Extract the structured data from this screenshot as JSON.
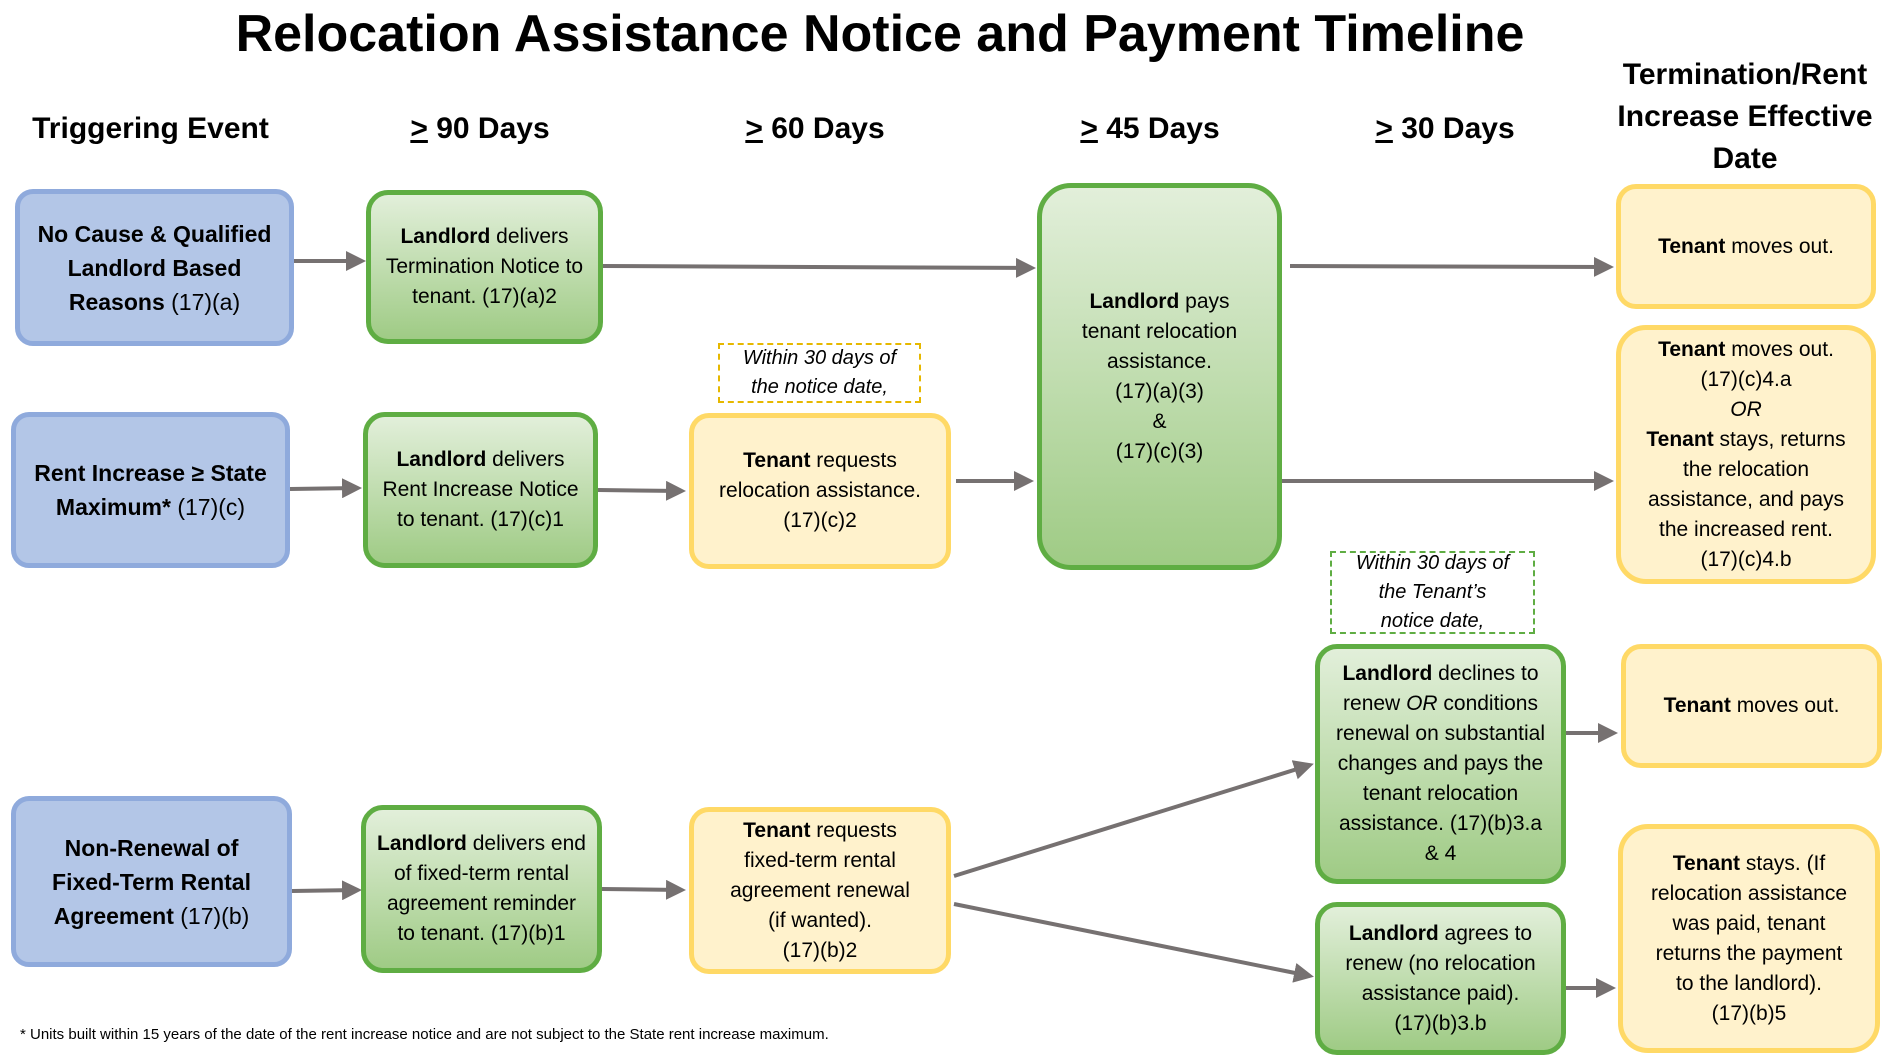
{
  "title": "Relocation Assistance Notice and Payment Timeline",
  "columns": {
    "trigger": "Triggering Event",
    "d90_sym": ">",
    "d90": " 90 Days",
    "d60_sym": ">",
    "d60": " 60 Days",
    "d45_sym": ">",
    "d45": " 45 Days",
    "d30_sym": ">",
    "d30": " 30 Days",
    "effective_1": "Termination/Rent",
    "effective_2": "Increase Effective",
    "effective_3": "Date"
  },
  "triggers": {
    "no_cause": {
      "l1": "No Cause & Qualified",
      "l2": "Landlord Based",
      "l3_bold": "Reasons",
      "l3": " (17)(a)"
    },
    "rent_increase": {
      "l1": "Rent Increase ≥ State",
      "l2_bold": "Maximum*",
      "l2": " (17)(c)"
    },
    "non_renewal": {
      "l1": "Non-Renewal of",
      "l2": "Fixed-Term Rental",
      "l3_bold": "Agreement",
      "l3": " (17)(b)"
    }
  },
  "d90_boxes": {
    "termination": {
      "bold": "Landlord",
      "l1": " delivers",
      "l2": "Termination Notice to",
      "l3": "tenant. (17)(a)2"
    },
    "rent_notice": {
      "bold": "Landlord",
      "l1": " delivers",
      "l2": "Rent Increase Notice",
      "l3": "to tenant. (17)(c)1"
    },
    "reminder": {
      "bold": "Landlord",
      "l1": " delivers end",
      "l2": "of fixed-term rental",
      "l3": "agreement reminder",
      "l4": "to tenant. (17)(b)1"
    }
  },
  "d60_boxes": {
    "note_l1": "Within 30 days of",
    "note_l2": "the notice date,",
    "request_relocation": {
      "bold": "Tenant",
      "l1": " requests",
      "l2": "relocation assistance.",
      "l3": "(17)(c)2"
    },
    "request_renewal": {
      "bold": "Tenant",
      "l1": " requests",
      "l2": "fixed-term rental",
      "l3": "agreement renewal",
      "l4": "(if wanted).",
      "l5": "(17)(b)2"
    }
  },
  "d45_box": {
    "bold": "Landlord",
    "l1": " pays",
    "l2": "tenant relocation",
    "l3": "assistance.",
    "l4": "(17)(a)(3)",
    "l5": "&",
    "l6": "(17)(c)(3)"
  },
  "d30_boxes": {
    "note_l1": "Within 30 days of",
    "note_l2": "the Tenant’s",
    "note_l3": "notice date,",
    "declines": {
      "bold": "Landlord",
      "l1": " declines to",
      "l2a": "renew ",
      "l2_or": "OR",
      "l2b": " conditions",
      "l3": "renewal on substantial",
      "l4": "changes and pays the",
      "l5": "tenant relocation",
      "l6": "assistance. (17)(b)3.a",
      "l7": "& 4"
    },
    "agrees": {
      "bold": "Landlord",
      "l1": " agrees to",
      "l2": "renew (no relocation",
      "l3": "assistance paid).",
      "l4": "(17)(b)3.b"
    }
  },
  "effective_boxes": {
    "moves_out_1": {
      "bold": "Tenant",
      "l1": " moves out."
    },
    "rent_outcome": {
      "bold1": "Tenant",
      "l1": " moves out.",
      "l2": "(17)(c)4.a",
      "l3_or": "OR",
      "bold2": "Tenant",
      "l4": " stays, returns",
      "l5": "the relocation",
      "l6": "assistance, and pays",
      "l7": "the increased rent.",
      "l8": "(17)(c)4.b"
    },
    "moves_out_2": {
      "bold": "Tenant",
      "l1": " moves out."
    },
    "stays": {
      "bold": "Tenant",
      "l1": " stays. (If",
      "l2": "relocation assistance",
      "l3": "was paid, tenant",
      "l4": "returns the payment",
      "l5": "to the landlord).",
      "l6": "(17)(b)5"
    }
  },
  "footnote": "* Units built within 15 years of the date of the rent increase notice and are not subject to the State rent increase maximum.",
  "colors": {
    "trigger_fill": "#b3c6e7",
    "trigger_border": "#8faadc",
    "landlord_border": "#5fad43",
    "tenant_fill": "#fff2cc",
    "tenant_border": "#ffd966",
    "arrow": "#767171"
  }
}
